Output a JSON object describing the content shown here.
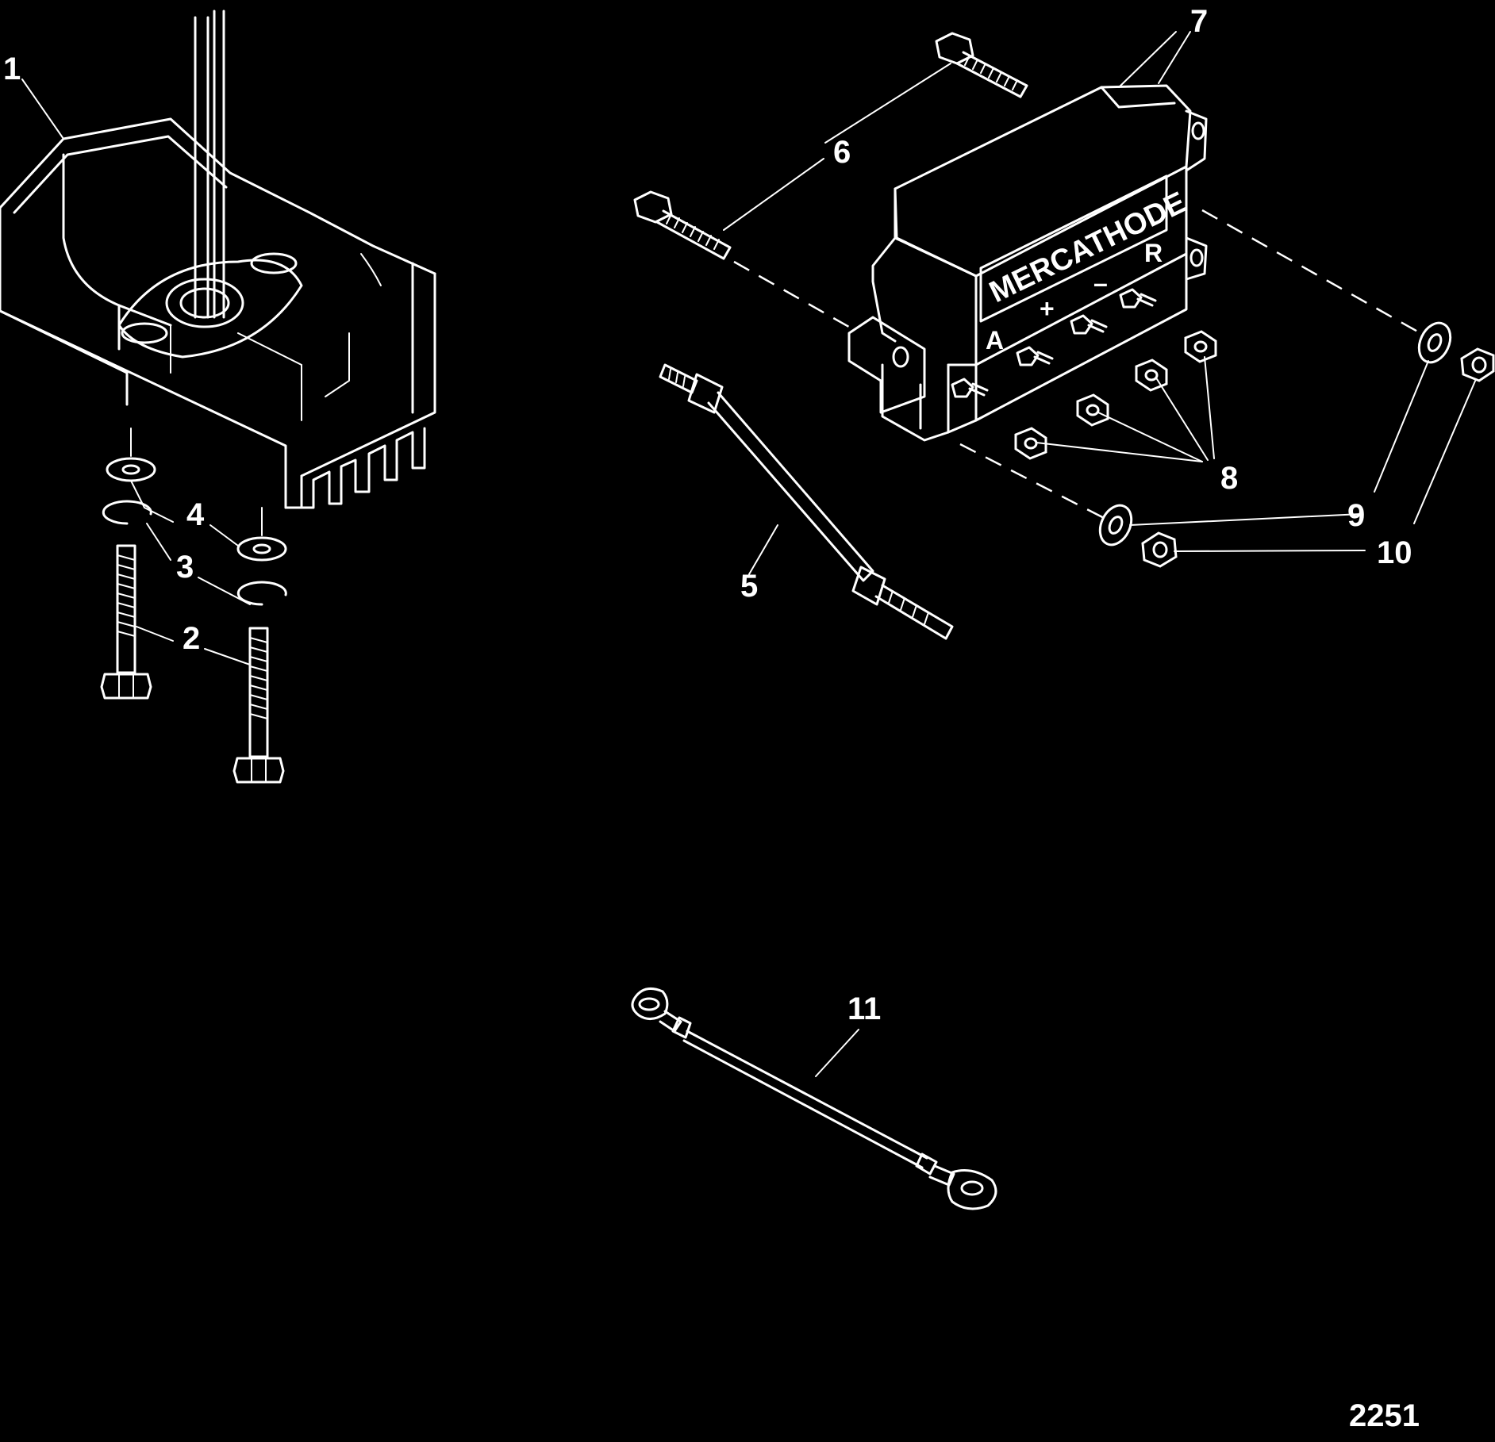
{
  "callouts": {
    "c1": "1",
    "c2": "2",
    "c3": "3",
    "c4": "4",
    "c5": "5",
    "c6": "6",
    "c7": "7",
    "c8": "8",
    "c9": "9",
    "c10": "10",
    "c11": "11"
  },
  "module": {
    "brand": "MERCATHODE",
    "terminal_a": "A",
    "terminal_plus": "+",
    "terminal_minus": "–",
    "terminal_r": "R"
  },
  "figure_number": "2251"
}
